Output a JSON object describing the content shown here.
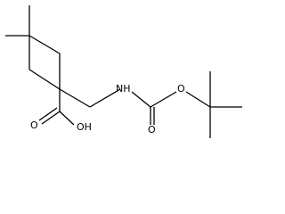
{
  "molecule": {
    "atom_labels": {
      "nh": "NH",
      "o_carbonyl": "O",
      "o_ester": "O",
      "oh": "OH",
      "o_acid": "O"
    },
    "colors": {
      "bond": "#000000",
      "label": "#000000",
      "background": "#ffffff"
    }
  }
}
